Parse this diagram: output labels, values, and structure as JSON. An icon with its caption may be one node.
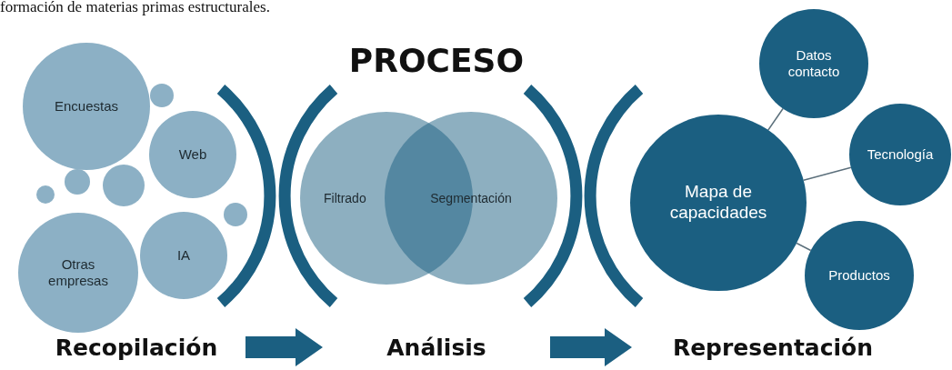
{
  "diagram": {
    "title": "PROCESO",
    "nodes": [
      {
        "text": [
          "Encuestas"
        ]
      },
      {
        "text": [
          "Web"
        ]
      },
      {
        "text": [
          "IA"
        ]
      },
      {
        "text": [
          "Otras empresas"
        ]
      },
      {
        "text": [],
        "shape": "circle"
      },
      {
        "text": [],
        "shape": "circle"
      },
      {
        "text": [],
        "shape": "circle"
      },
      {
        "text": [],
        "shape": "circle"
      },
      {
        "text": [],
        "shape": "circle"
      },
      {
        "text": [
          "Filtrado"
        ]
      },
      {
        "text": [
          "Segmentación"
        ]
      },
      {
        "text": [
          "Datos contacto"
        ]
      },
      {
        "text": [
          "Mapa de capacidades"
        ]
      },
      {
        "text": [
          "Tecnología"
        ]
      },
      {
        "text": [
          "Productos"
        ]
      },
      {
        "text": [
          "Recopilación"
        ]
      },
      {
        "text": [
          "Análisis"
        ]
      },
      {
        "text": [
          "Representación"
        ]
      }
    ],
    "edges": [
      {
        "from": 12,
        "to": 11,
        "arrow": "none"
      },
      {
        "from": 12,
        "to": 13,
        "arrow": "none"
      },
      {
        "from": 12,
        "to": 14,
        "arrow": "none"
      },
      {
        "from": 15,
        "to": 16,
        "arrow": "to",
        "style": "thick"
      },
      {
        "from": 16,
        "to": 17,
        "arrow": "to",
        "style": "thick"
      }
    ],
    "labels": [
      "formación de materias primas estructurales."
    ]
  }
}
